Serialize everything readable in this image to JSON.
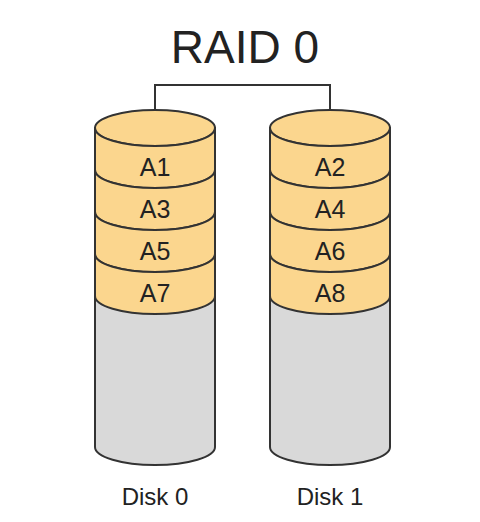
{
  "diagram": {
    "title": "RAID 0",
    "nodes": [
      {
        "text": [
          "Disk 0"
        ]
      },
      {
        "text": [
          "A1"
        ],
        "in": 0
      },
      {
        "text": [
          "A3"
        ],
        "in": 0
      },
      {
        "text": [
          "A5"
        ],
        "in": 0
      },
      {
        "text": [
          "A7"
        ],
        "in": 0
      },
      {
        "text": [
          "Disk 1"
        ]
      },
      {
        "text": [
          "A2"
        ],
        "in": 5
      },
      {
        "text": [
          "A4"
        ],
        "in": 5
      },
      {
        "text": [
          "A6"
        ],
        "in": 5
      },
      {
        "text": [
          "A8"
        ],
        "in": 5
      }
    ],
    "edges": [
      {
        "from": 0,
        "to": 5,
        "arrow": "none"
      }
    ]
  }
}
